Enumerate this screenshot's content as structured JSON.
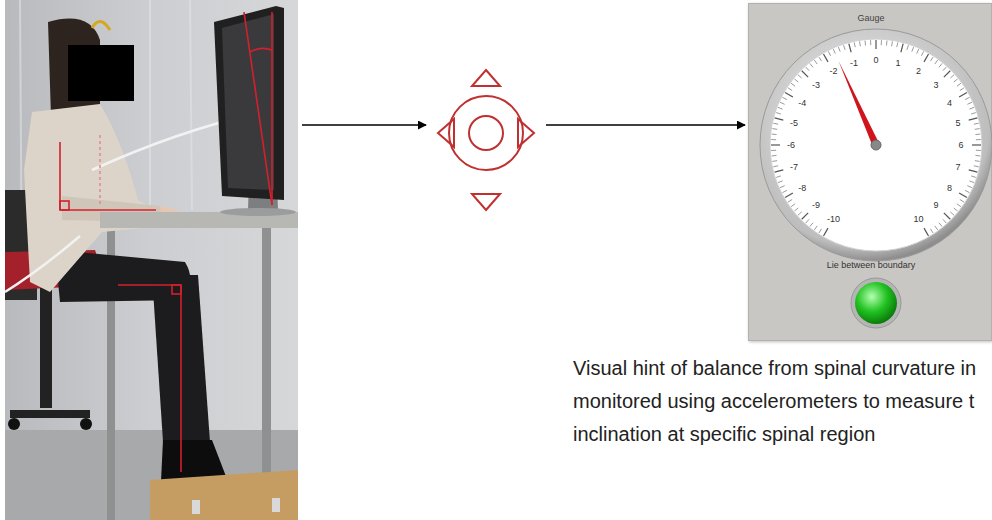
{
  "diagram": {
    "caption": "Visual hint of balance from spinal curvature in monitored using accelerometers to measure t inclination at specific spinal region",
    "nodes": [
      {
        "text": [
          "Gauge",
          "Lie between boundary"
        ]
      }
    ],
    "labels": [
      "-10",
      "-9",
      "-8",
      "-7",
      "-6",
      "-5",
      "-4",
      "-3",
      "-2",
      "-1",
      "0",
      "1",
      "2",
      "3",
      "4",
      "5",
      "6",
      "7",
      "8",
      "9",
      "10"
    ]
  }
}
